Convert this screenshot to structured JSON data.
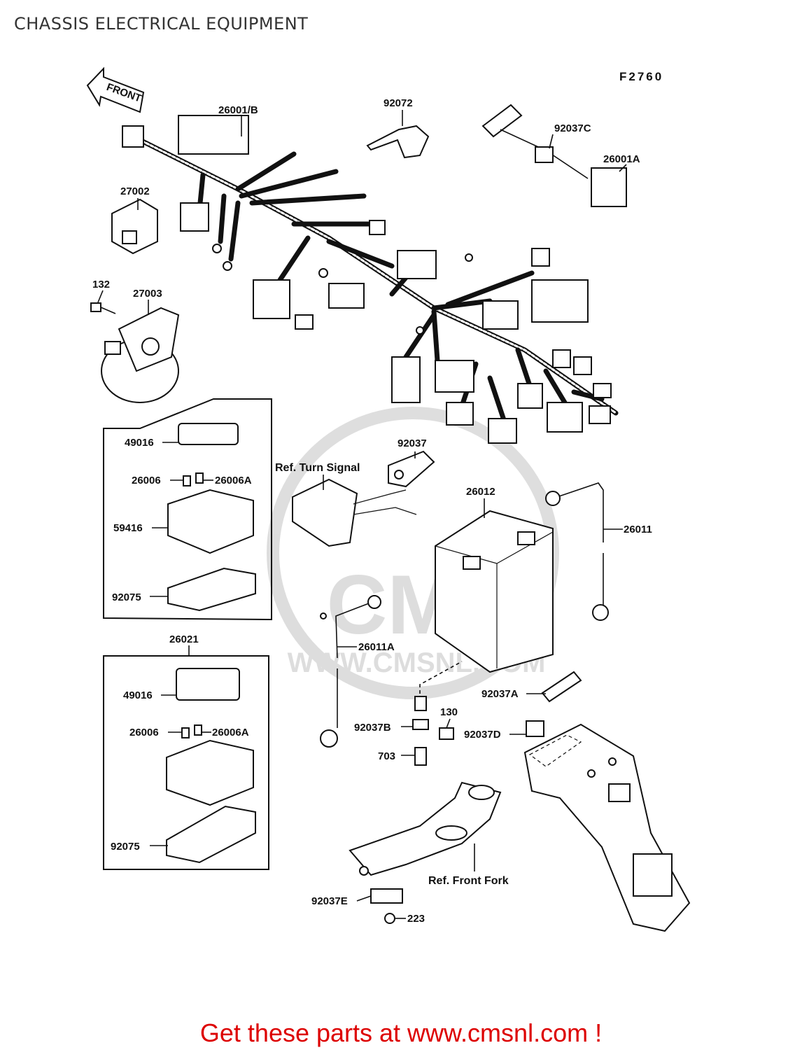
{
  "title": "CHASSIS ELECTRICAL EQUIPMENT",
  "figure_code": "F2760",
  "front_arrow": "FRONT",
  "watermark": {
    "text": "CMS",
    "url": "WWW.CMSNL.COM"
  },
  "labels": {
    "p26001B": "26001/B",
    "p92072": "92072",
    "p92037C": "92037C",
    "p26001A": "26001A",
    "p27002": "27002",
    "p132": "132",
    "p27003": "27003",
    "p49016_a": "49016",
    "p26006_a": "26006",
    "p26006A_a": "26006A",
    "p59416": "59416",
    "p92075_a": "92075",
    "p92037": "92037",
    "ref_turn": "Ref. Turn Signal",
    "p26012": "26012",
    "p26011": "26011",
    "p26011A": "26011A",
    "p26021": "26021",
    "p49016_b": "49016",
    "p26006_b": "26006",
    "p26006A_b": "26006A",
    "p92075_b": "92075",
    "p92037A": "92037A",
    "p92037B": "92037B",
    "p130": "130",
    "p92037D": "92037D",
    "p703": "703",
    "ref_fork": "Ref. Front  Fork",
    "p92037E": "92037E",
    "p223": "223"
  },
  "footer": "Get these parts at www.cmsnl.com !"
}
